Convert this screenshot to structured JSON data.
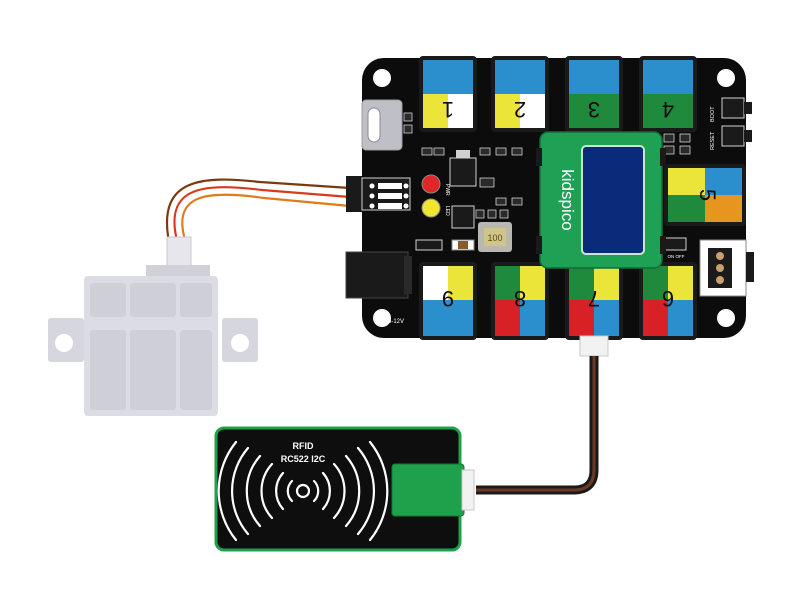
{
  "board": {
    "brand": "kidspico",
    "power_label": "6-12V",
    "pwr_label": "PWR",
    "led_label": "LED",
    "boot_label": "BOOT",
    "reset_label": "RESET",
    "inductor_label": "100",
    "switch_label": "ON OFF"
  },
  "ports": [
    {
      "num": "1"
    },
    {
      "num": "2"
    },
    {
      "num": "3"
    },
    {
      "num": "4"
    },
    {
      "num": "5"
    },
    {
      "num": "6"
    },
    {
      "num": "7"
    },
    {
      "num": "8"
    },
    {
      "num": "9"
    }
  ],
  "rfid": {
    "title": "RFID",
    "model": "RC522 I2C"
  },
  "colors": {
    "board": "#0c0c0c",
    "blue": "#2b8fce",
    "yellow": "#ebe53a",
    "green": "#1f8a3c",
    "red": "#d82127",
    "orange": "#e6961e",
    "oled_frame": "#1ea055",
    "oled_screen": "#0a2a7a",
    "servo": "#dcdce4",
    "rfid_border": "#1fa04a"
  }
}
